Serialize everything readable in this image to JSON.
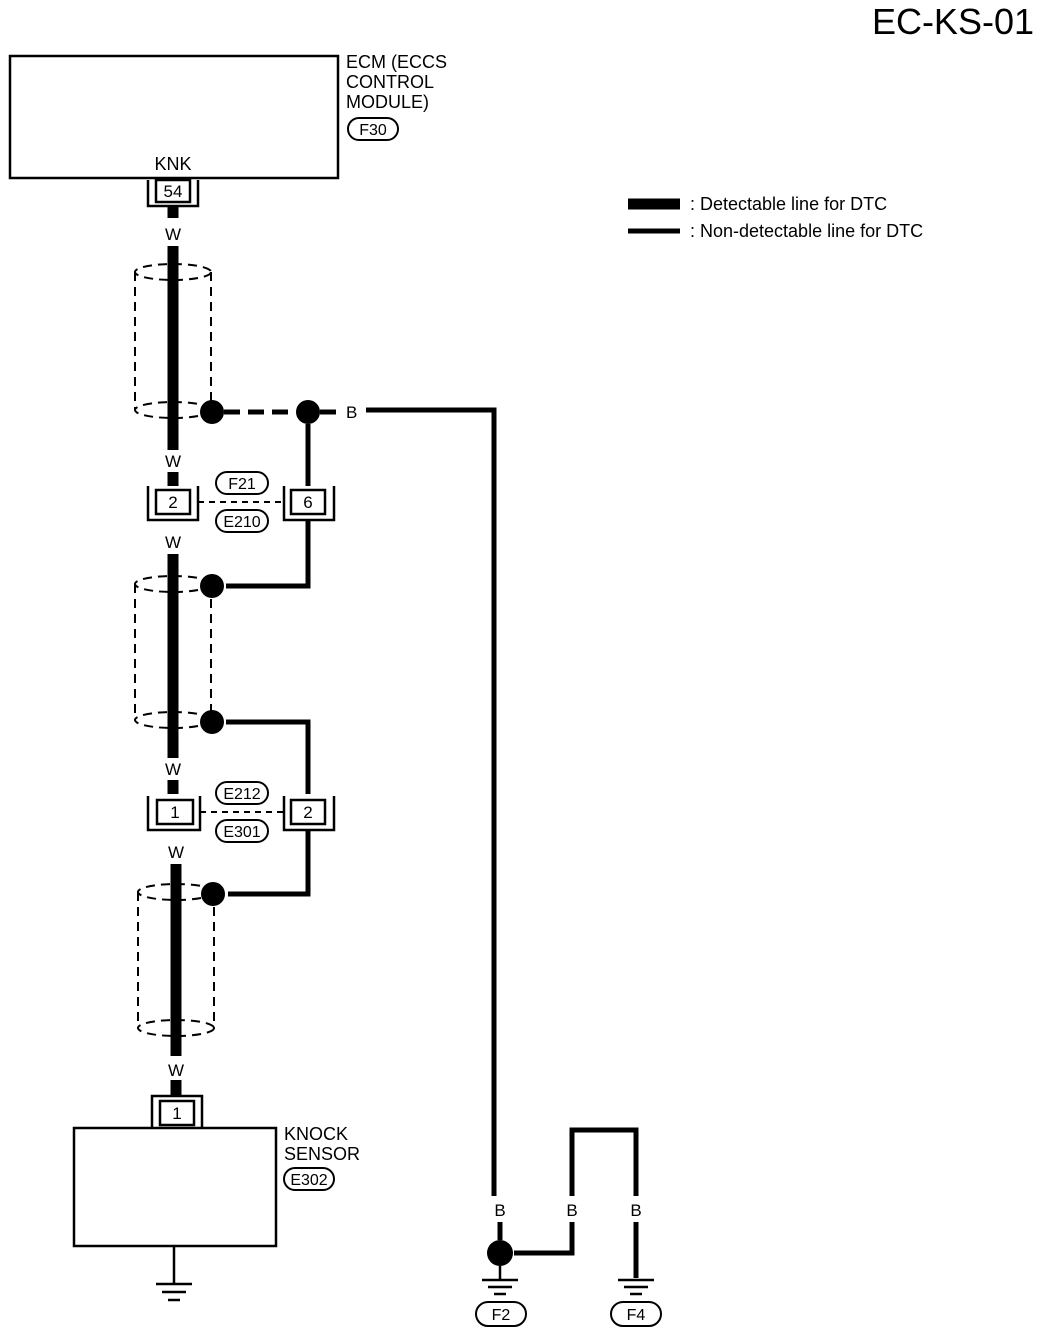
{
  "diagram": {
    "title": "EC-KS-01",
    "ecm": {
      "label_lines": [
        "ECM (ECCS",
        "CONTROL",
        "MODULE)"
      ],
      "connector": "F30",
      "terminal_name": "KNK",
      "terminal_pin": "54"
    },
    "legend": {
      "detectable": ": Detectable line for DTC",
      "non_detectable": ": Non-detectable line for DTC"
    },
    "wire_colors": {
      "w1": "W",
      "w2": "W",
      "w3": "W",
      "w4": "W",
      "w5": "W",
      "w6": "W",
      "b_shield": "B",
      "b_f2": "B",
      "b_mid": "B",
      "b_f4": "B"
    },
    "junction_1": {
      "pin_left": "2",
      "pin_right": "6",
      "conn_top": "F21",
      "conn_bottom": "E210"
    },
    "junction_2": {
      "pin_left": "1",
      "pin_right": "2",
      "conn_top": "E212",
      "conn_bottom": "E301"
    },
    "knock_sensor": {
      "label_lines": [
        "KNOCK",
        "SENSOR"
      ],
      "connector": "E302",
      "pin": "1"
    },
    "grounds": {
      "g1": "F2",
      "g2": "F4"
    }
  }
}
